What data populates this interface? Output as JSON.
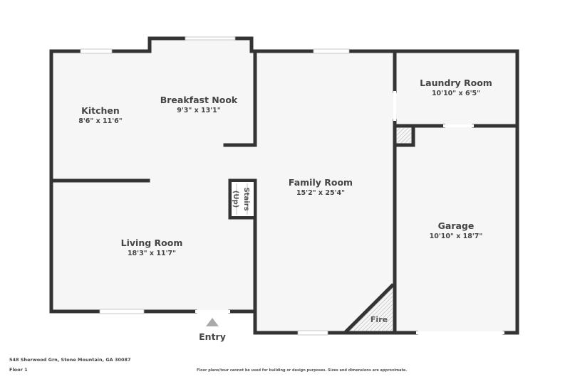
{
  "plan": {
    "floor_label": "Floor 1",
    "address": "548 Sherwood Grn, Stone Mountain, GA 30087",
    "disclaimer": "Floor plans/tour cannot be used for building or design purposes. Sizes and dimensions are approximate.",
    "wall_color": "#333333",
    "floor_fill": "#f6f6f6",
    "rooms": [
      {
        "name": "Kitchen",
        "dimensions": "8'6\" x 11'6\""
      },
      {
        "name": "Breakfast Nook",
        "dimensions": "9'3\" x 13'1\""
      },
      {
        "name": "Laundry Room",
        "dimensions": "10'10\" x 6'5\""
      },
      {
        "name": "Family Room",
        "dimensions": "15'2\" x 25'4\""
      },
      {
        "name": "Living Room",
        "dimensions": "18'3\" x 11'7\""
      },
      {
        "name": "Garage",
        "dimensions": "10'10\" x 18'7\""
      }
    ],
    "stairs": {
      "label": "Stairs",
      "direction": "(Up)"
    },
    "fireplace_label": "Fire",
    "entry_label": "Entry"
  }
}
